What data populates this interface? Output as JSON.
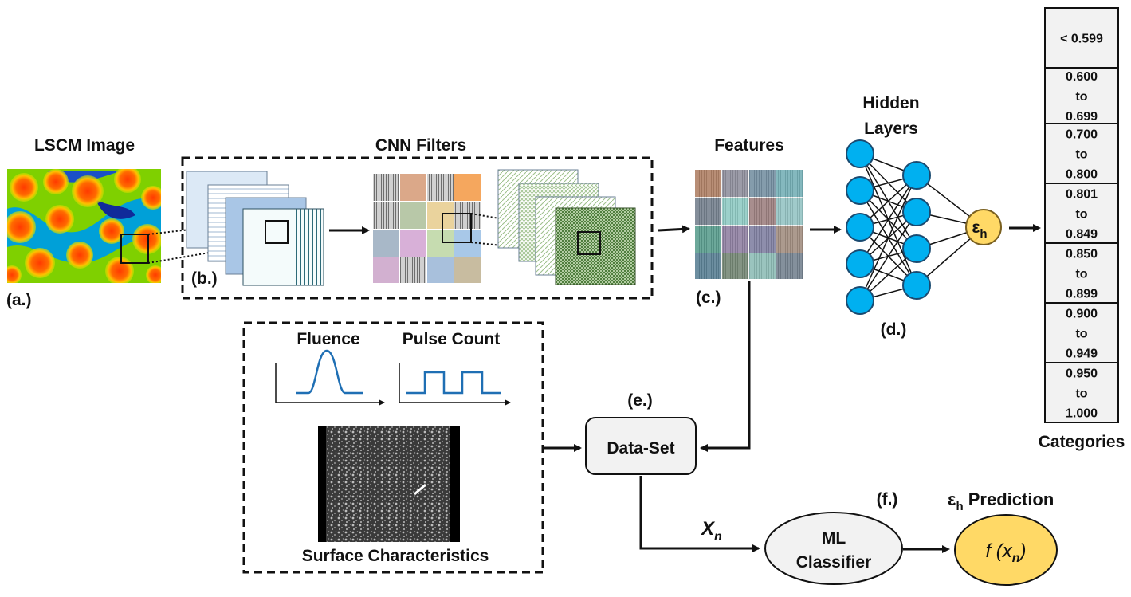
{
  "labels": {
    "lscm_title": "LSCM Image",
    "cnn_title": "CNN Filters",
    "features_title": "Features",
    "hidden_line1": "Hidden",
    "hidden_line2": "Layers",
    "output_node": "ε",
    "output_sub": "h",
    "categories_title": "Categories",
    "fluence": "Fluence",
    "pulse_count": "Pulse Count",
    "surface": "Surface Characteristics",
    "dataset": "Data-Set",
    "xn_main": "X",
    "xn_sub": "n",
    "ml_line1": "ML",
    "ml_line2": "Classifier",
    "prediction_main": "ε",
    "prediction_sub": "h",
    "prediction_rest": " Prediction",
    "f_main": "f (x",
    "f_sub": "n",
    "f_close": ")"
  },
  "tags": {
    "a": "(a.)",
    "b": "(b.)",
    "c": "(c.)",
    "d": "(d.)",
    "e": "(e.)",
    "f": "(f.)"
  },
  "categories": [
    [
      "< 0.599"
    ],
    [
      "0.600",
      "to",
      "0.699"
    ],
    [
      "0.700",
      "to",
      "0.800"
    ],
    [
      "0.801",
      "to",
      "0.849"
    ],
    [
      "0.850",
      "to",
      "0.899"
    ],
    [
      "0.900",
      "to",
      "0.949"
    ],
    [
      "0.950",
      "to",
      "1.000"
    ]
  ],
  "colors": {
    "node": "#00b0f0",
    "output_node": "#ffd966",
    "box_fill": "#f2f2f2",
    "line": "#111111"
  },
  "icons": {
    "lscm": "heatmap-image",
    "surface": "sem-image"
  }
}
